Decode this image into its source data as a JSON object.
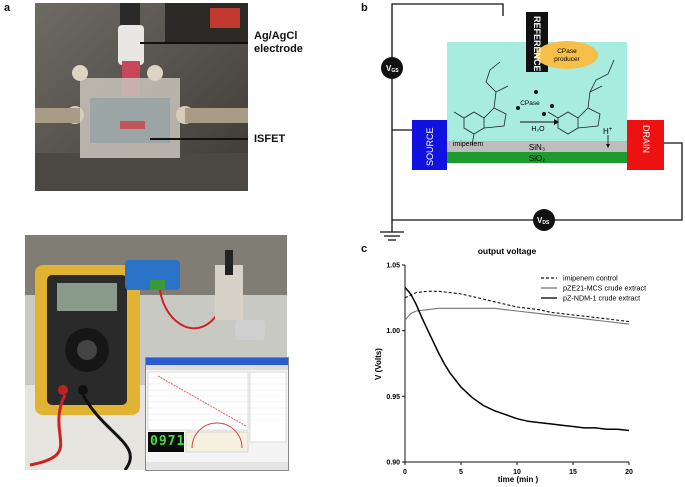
{
  "panel_a": {
    "letter": "a",
    "electrode_label_line1": "Ag/AgCl",
    "electrode_label_line2": "electrode",
    "isfet_label": "ISFET",
    "photo2_readout": "0971"
  },
  "panel_b": {
    "letter": "b",
    "reference": "REFERENCE",
    "source": "SOURCE",
    "drain": "DRAIN",
    "vgs": "V",
    "vgs_sub": "GS",
    "vds": "V",
    "vds_sub": "DS",
    "cpase_producer_1": "CPase",
    "cpase_producer_2": "producer",
    "cpase": "CPase",
    "h2o": "H₂O",
    "hplus": "H",
    "hplus_sup": "+",
    "imipenem": "imipenem",
    "sin": "SiN₃",
    "sio": "SiO₂",
    "colors": {
      "source": "#1111e0",
      "drain": "#ee1111",
      "solution": "#a8ecdf",
      "sin": "#bdbdbd",
      "sio": "#1f9a2f",
      "producer": "#f5bf4a"
    }
  },
  "panel_c": {
    "letter": "c"
  },
  "chart_data": {
    "type": "line",
    "title": "output voltage",
    "xlabel": "time (min )",
    "ylabel": "V (Volts)",
    "xlim": [
      0,
      20
    ],
    "ylim": [
      0.9,
      1.05
    ],
    "xticks": [
      "0",
      "5",
      "10",
      "15",
      "20"
    ],
    "yticks": [
      "0.90",
      "0.95",
      "1.00",
      "1.05"
    ],
    "legend_position": "top-right",
    "series": [
      {
        "name": "imipenem control",
        "style": "dashed",
        "color": "#111111",
        "x": [
          0,
          1,
          2,
          3,
          4,
          5,
          6,
          7,
          8,
          9,
          10,
          11,
          12,
          13,
          14,
          15,
          16,
          17,
          18,
          19,
          20
        ],
        "y": [
          1.025,
          1.029,
          1.03,
          1.03,
          1.029,
          1.028,
          1.026,
          1.024,
          1.022,
          1.02,
          1.018,
          1.017,
          1.016,
          1.014,
          1.013,
          1.012,
          1.011,
          1.01,
          1.009,
          1.008,
          1.007
        ]
      },
      {
        "name": "pZE21-MCS crude extract",
        "style": "solid",
        "color": "#777777",
        "x": [
          0,
          0.5,
          1,
          2,
          3,
          4,
          5,
          6,
          7,
          8,
          9,
          10,
          11,
          12,
          13,
          14,
          15,
          16,
          17,
          18,
          19,
          20
        ],
        "y": [
          1.008,
          1.013,
          1.015,
          1.016,
          1.017,
          1.017,
          1.017,
          1.017,
          1.017,
          1.017,
          1.016,
          1.015,
          1.014,
          1.013,
          1.012,
          1.011,
          1.01,
          1.009,
          1.008,
          1.007,
          1.006,
          1.005
        ]
      },
      {
        "name": "pZ-NDM-1 crude extract",
        "style": "solid",
        "color": "#000000",
        "x": [
          0,
          0.5,
          1,
          1.5,
          2,
          2.5,
          3,
          3.5,
          4,
          5,
          6,
          7,
          8,
          9,
          10,
          11,
          12,
          13,
          14,
          15,
          16,
          17,
          18,
          19,
          20
        ],
        "y": [
          1.033,
          1.028,
          1.02,
          1.01,
          1.001,
          0.992,
          0.983,
          0.975,
          0.968,
          0.957,
          0.949,
          0.943,
          0.939,
          0.936,
          0.933,
          0.931,
          0.93,
          0.929,
          0.928,
          0.927,
          0.926,
          0.926,
          0.925,
          0.925,
          0.924
        ]
      }
    ]
  }
}
